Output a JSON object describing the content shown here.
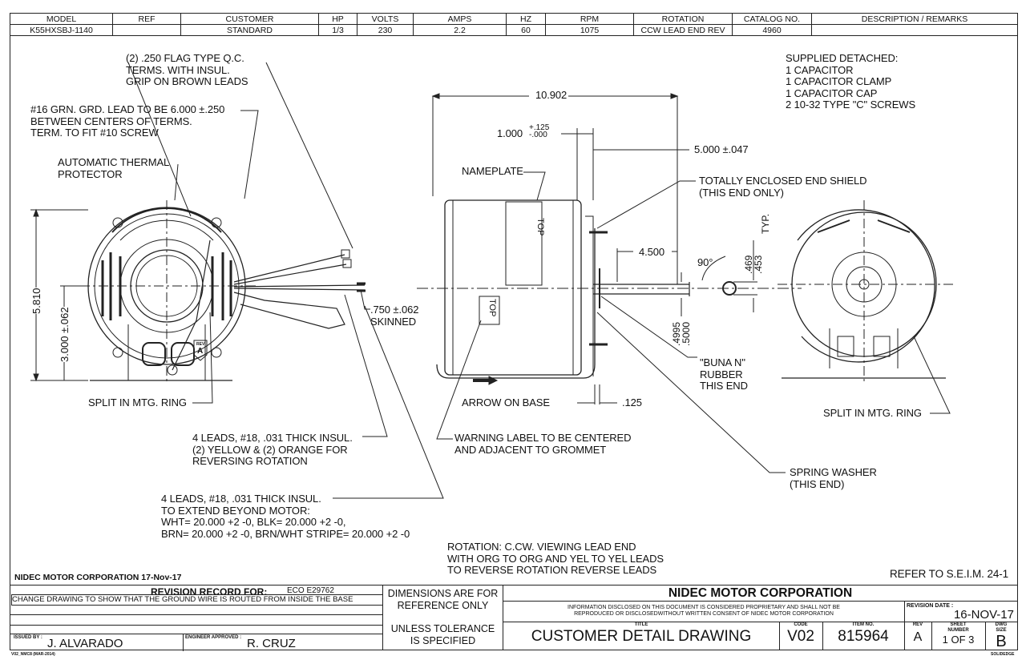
{
  "header": {
    "columns": [
      "MODEL",
      "REF",
      "CUSTOMER",
      "HP",
      "VOLTS",
      "AMPS",
      "HZ",
      "RPM",
      "ROTATION",
      "CATALOG NO.",
      "DESCRIPTION / REMARKS"
    ],
    "values": [
      "K55HXSBJ-1140",
      "",
      "STANDARD",
      "1/3",
      "230",
      "2.2",
      "60",
      "1075",
      "CCW LEAD END REV",
      "4960",
      ""
    ]
  },
  "notes": {
    "flag_terms": [
      "(2) .250 FLAG TYPE Q.C.",
      "TERMS. WITH INSUL.",
      "GRIP ON BROWN LEADS"
    ],
    "ground_lead": [
      "#16 GRN. GRD. LEAD TO BE 6.000 ±.250",
      "BETWEEN CENTERS OF TERMS.",
      "TERM. TO FIT #10 SCREW"
    ],
    "thermal": [
      "AUTOMATIC THERMAL",
      "PROTECTOR"
    ],
    "supplied": [
      "SUPPLIED DETACHED:",
      "1 CAPACITOR",
      "1 CAPACITOR CLAMP",
      "1 CAPACITOR CAP",
      "2 10-32 TYPE \"C\" SCREWS"
    ],
    "nameplate": "NAMEPLATE",
    "end_shield": [
      "TOTALLY ENCLOSED END SHIELD",
      "(THIS END ONLY)"
    ],
    "skinned": [
      ".750 ±.062",
      "SKINNED"
    ],
    "split_left": "SPLIT IN MTG. RING",
    "split_right": "SPLIT IN MTG. RING",
    "buna": [
      "\"BUNA N\"",
      "RUBBER",
      "THIS END"
    ],
    "arrow_base": "ARROW ON BASE",
    "leads_reversing": [
      "4 LEADS, #18, .031 THICK INSUL.",
      "(2) YELLOW & (2) ORANGE FOR",
      "REVERSING ROTATION"
    ],
    "warning_label": [
      "WARNING LABEL TO BE CENTERED",
      "AND ADJACENT TO GROMMET"
    ],
    "spring_washer": [
      "SPRING WASHER",
      "(THIS END)"
    ],
    "leads_extend": [
      "4 LEADS, #18, .031 THICK INSUL.",
      "TO EXTEND BEYOND MOTOR:",
      "WHT= 20.000 +2 -0, BLK= 20.000 +2 -0,",
      "BRN= 20.000 +2 -0, BRN/WHT STRIPE= 20.000 +2 -0"
    ],
    "rotation": [
      "ROTATION: C.CW. VIEWING LEAD END",
      "WITH ORG TO ORG AND YEL TO YEL LEADS",
      "TO REVERSE ROTATION REVERSE LEADS"
    ],
    "refer": "REFER TO S.E.I.M. 24-1",
    "top_label_1": "TOP",
    "top_label_2": "TOP",
    "rev_flag_small": "REV",
    "rev_flag": "A"
  },
  "dimensions": {
    "overall_length": "10.902",
    "shaft_flat_1": "1.000",
    "shaft_flat_1_tol_plus": "+.125",
    "shaft_flat_1_tol_minus": "-.000",
    "shaft_length": "5.000 ±.047",
    "flat_length": "4.500",
    "angle": "90°",
    "flat_depth": ".469\n.453",
    "flat_depth_1": ".469",
    "flat_depth_2": ".453",
    "typ": "TYP.",
    "shaft_dia_1": ".4995",
    "shaft_dia_2": ".5000",
    "washer_thk": ".125",
    "height": "5.810",
    "center_height": "3.000 ±.062"
  },
  "footer": {
    "company_date": "NIDEC MOTOR CORPORATION 17-Nov-17",
    "revision_record_label": "REVISION RECORD FOR:",
    "eco": "ECO  E29762",
    "revision_text": "CHANGE DRAWING TO SHOW THAT THE GROUND WIRE IS ROUTED FROM INSIDE THE BASE",
    "issued_by_label": "ISSUED BY :",
    "issued_by": "J. ALVARADO",
    "engineer_label": "ENGINEER APPROVED :",
    "engineer": "R. CRUZ",
    "form_code": "V02_NMC8 (MAR-2014)",
    "dims_note": [
      "DIMENSIONS ARE FOR",
      "REFERENCE ONLY"
    ],
    "tol_note": [
      "UNLESS TOLERANCE",
      "IS SPECIFIED"
    ],
    "company": "NIDEC MOTOR CORPORATION",
    "proprietary": [
      "INFORMATION DISCLOSED ON THIS DOCUMENT IS CONSIDERED PROPRIETARY AND SHALL NOT BE",
      "REPRODUCED OR DISCLOSEDWITHOUT WRITTEN CONSENT OF NIDEC MOTOR CORPORATION"
    ],
    "revision_date_label": "REVISION DATE :",
    "revision_date": "16-NOV-17",
    "title_label": "TITLE",
    "title": "CUSTOMER  DETAIL  DRAWING",
    "code_label": "CODE",
    "code": "V02",
    "item_label": "ITEM NO.",
    "item": "815964",
    "rev_label": "REV",
    "rev": "A",
    "sheet_label": "SHEET NUMBER",
    "sheet": "1  OF  3",
    "size_label": "DWG SIZE",
    "size": "B",
    "cad": "SOLIDEDGE"
  }
}
